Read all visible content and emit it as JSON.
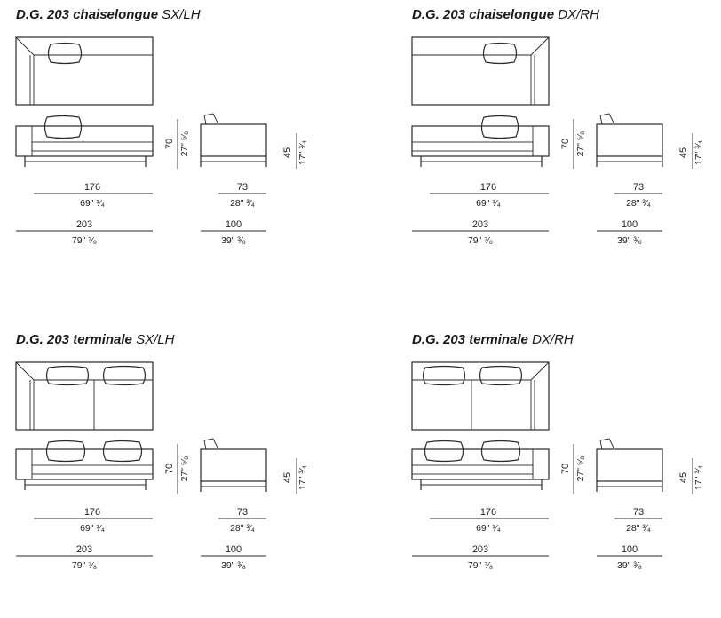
{
  "panels": [
    {
      "id": "chaise-sx",
      "title_main": "D.G. 203 chaiselongue",
      "title_variant": "SX/LH",
      "side": "left",
      "type": "chaiselongue",
      "height_cm": "70",
      "height_in": "27\" ⁵⁄₈",
      "seat_cm": "45",
      "seat_in": "17\" ³⁄₄",
      "seat_width_cm": "176",
      "seat_width_in": "69\" ¹⁄₄",
      "width_cm": "203",
      "width_in": "79\" ⁷⁄₈",
      "seat_depth_cm": "73",
      "seat_depth_in": "28\" ³⁄₄",
      "depth_cm": "100",
      "depth_in": "39\" ³⁄₈"
    },
    {
      "id": "chaise-dx",
      "title_main": "D.G. 203 chaiselongue",
      "title_variant": "DX/RH",
      "side": "right",
      "type": "chaiselongue",
      "height_cm": "70",
      "height_in": "27\" ⁵⁄₈",
      "seat_cm": "45",
      "seat_in": "17\" ³⁄₄",
      "seat_width_cm": "176",
      "seat_width_in": "69\" ¹⁄₄",
      "width_cm": "203",
      "width_in": "79\" ⁷⁄₈",
      "seat_depth_cm": "73",
      "seat_depth_in": "28\" ³⁄₄",
      "depth_cm": "100",
      "depth_in": "39\" ³⁄₈"
    },
    {
      "id": "term-sx",
      "title_main": "D.G. 203 terminale",
      "title_variant": "SX/LH",
      "side": "left",
      "type": "terminale",
      "height_cm": "70",
      "height_in": "27\" ⁵⁄₈",
      "seat_cm": "45",
      "seat_in": "17\" ³⁄₄",
      "seat_width_cm": "176",
      "seat_width_in": "69\" ¹⁄₄",
      "width_cm": "203",
      "width_in": "79\" ⁷⁄₈",
      "seat_depth_cm": "73",
      "seat_depth_in": "28\" ³⁄₄",
      "depth_cm": "100",
      "depth_in": "39\" ³⁄₈"
    },
    {
      "id": "term-dx",
      "title_main": "D.G. 203 terminale",
      "title_variant": "DX/RH",
      "side": "right",
      "type": "terminale",
      "height_cm": "70",
      "height_in": "27\" ⁵⁄₈",
      "seat_cm": "45",
      "seat_in": "17\" ³⁄₄",
      "seat_width_cm": "176",
      "seat_width_in": "69\" ¹⁄₄",
      "width_cm": "203",
      "width_in": "79\" ⁷⁄₈",
      "seat_depth_cm": "73",
      "seat_depth_in": "28\" ³⁄₄",
      "depth_cm": "100",
      "depth_in": "39\" ³⁄₈"
    }
  ]
}
